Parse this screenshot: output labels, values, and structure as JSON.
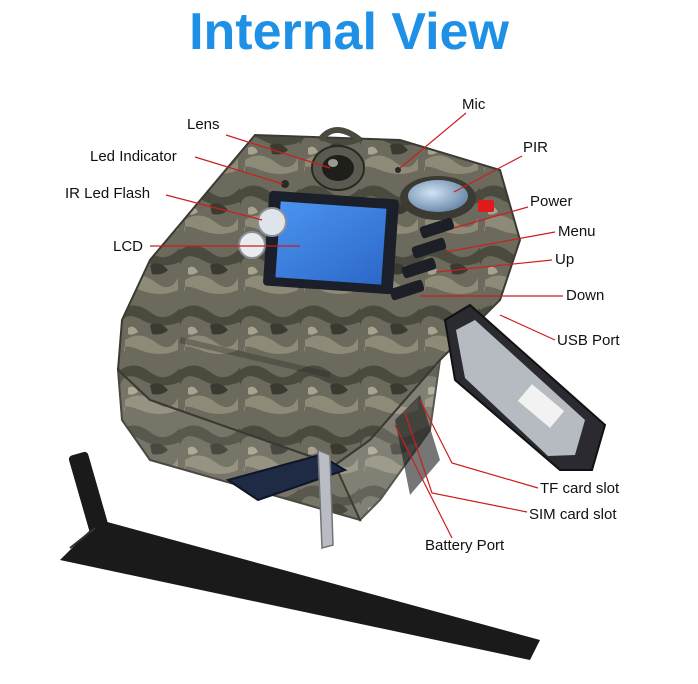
{
  "title": "Internal View",
  "colors": {
    "title": "#1e90e6",
    "leader_line": "#cc1e1e",
    "camo_base": "#6b6a5c",
    "lcd": "#3a7fe0",
    "button": "#1c1f26",
    "antenna": "#1a1a1a"
  },
  "labels": {
    "mic": "Mic",
    "lens": "Lens",
    "pir": "PIR",
    "led_indicator": "Led Indicator",
    "ir_led_flash": "IR Led Flash",
    "power": "Power",
    "menu": "Menu",
    "lcd": "LCD",
    "up": "Up",
    "down": "Down",
    "usb_port": "USB Port",
    "tf_card_slot": "TF card slot",
    "sim_card_slot": "SIM card slot",
    "battery_port": "Battery Port"
  }
}
